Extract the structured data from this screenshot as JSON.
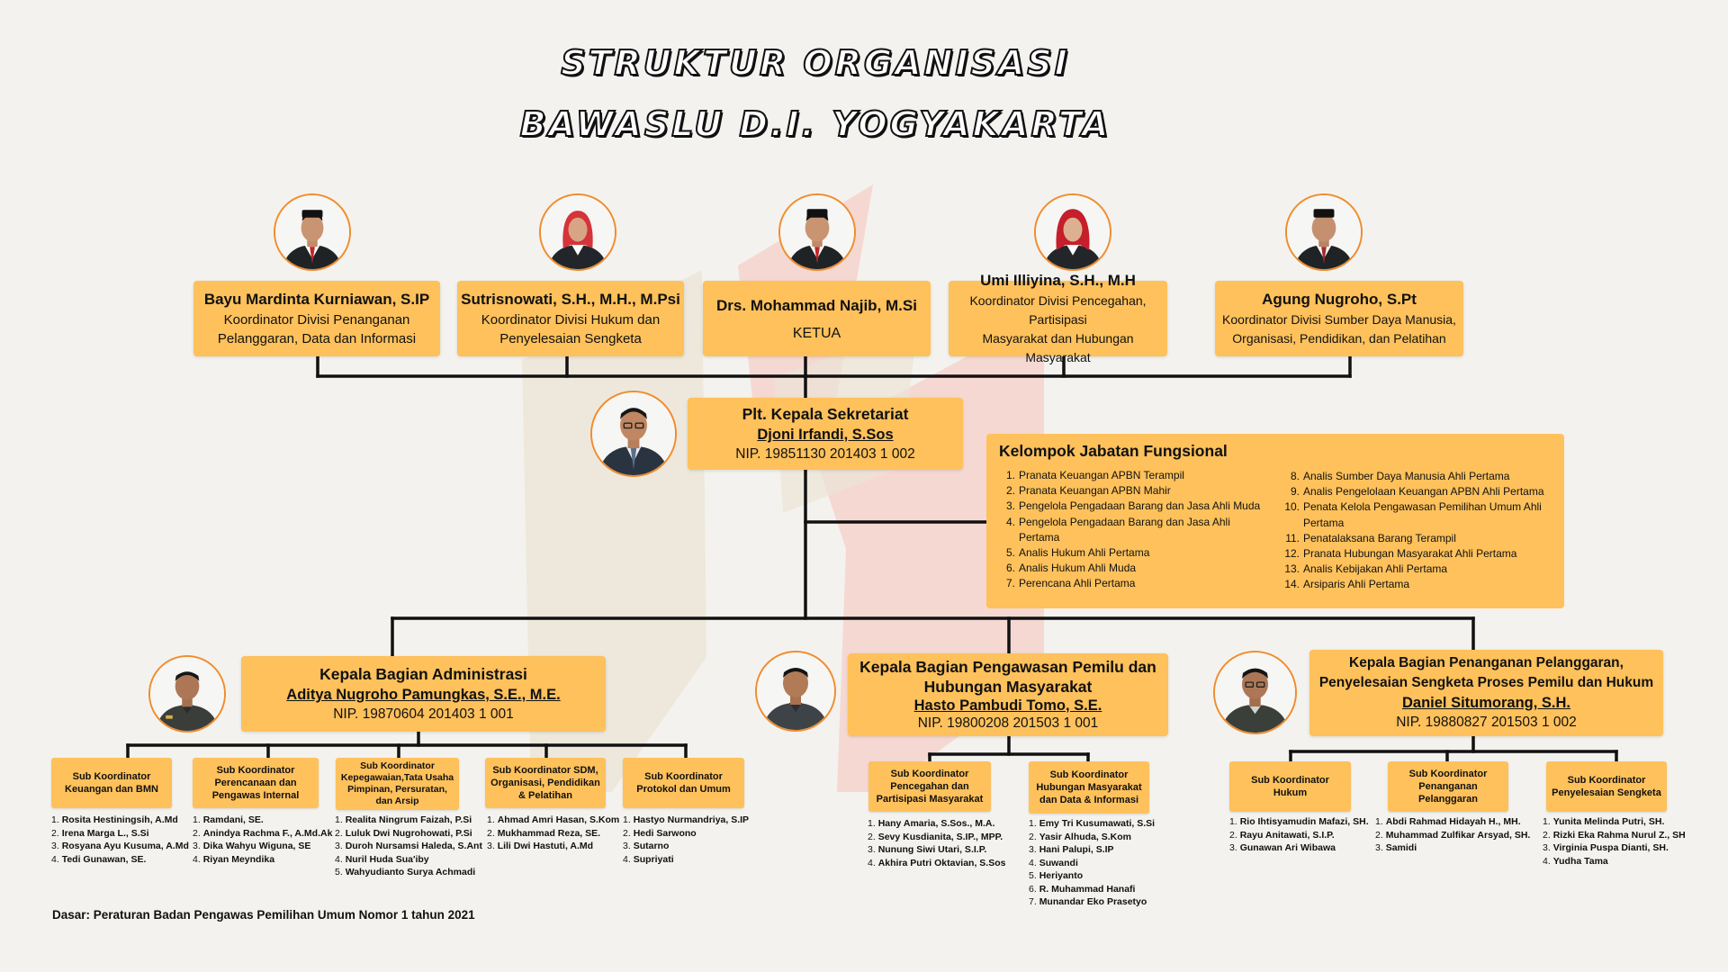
{
  "title": {
    "line1": "STRUKTUR ORGANISASI",
    "line2": "BAWASLU D.I. YOGYAKARTA"
  },
  "colors": {
    "box": "#fec15b",
    "photo_ring": "#f08c2c",
    "line": "#111111",
    "background": "#f4f2ee"
  },
  "leaders": [
    {
      "name": "Bayu Mardinta Kurniawan, S.IP",
      "role_line1": "Koordinator Divisi Penanganan",
      "role_line2": "Pelanggaran, Data dan Informasi"
    },
    {
      "name": "Sutrisnowati, S.H., M.H., M.Psi",
      "role_line1": "Koordinator Divisi Hukum dan",
      "role_line2": "Penyelesaian Sengketa"
    },
    {
      "name": "Drs. Mohammad Najib, M.Si",
      "role_line1": "KETUA",
      "role_line2": ""
    },
    {
      "name": "Umi Illiyina, S.H., M.H",
      "role_line1": "Koordinator Divisi Pencegahan, Partisipasi",
      "role_line2": "Masyarakat dan Hubungan Masyarakat"
    },
    {
      "name": "Agung Nugroho, S.Pt",
      "role_line1": "Koordinator Divisi Sumber Daya Manusia,",
      "role_line2": "Organisasi, Pendidikan, dan Pelatihan"
    }
  ],
  "secretariat": {
    "title": "Plt. Kepala Sekretariat",
    "name": "Djoni Irfandi, S.Sos",
    "nip": "NIP. 19851130 201403 1 002"
  },
  "fungsional": {
    "title": "Kelompok Jabatan Fungsional",
    "left": [
      {
        "n": "1.",
        "t": "Pranata Keuangan APBN Terampil"
      },
      {
        "n": "2.",
        "t": "Pranata Keuangan APBN Mahir"
      },
      {
        "n": "3.",
        "t": "Pengelola Pengadaan Barang dan Jasa Ahli Muda"
      },
      {
        "n": "4.",
        "t": "Pengelola Pengadaan Barang dan Jasa Ahli Pertama"
      },
      {
        "n": "5.",
        "t": "Analis Hukum Ahli Pertama"
      },
      {
        "n": "6.",
        "t": "Analis Hukum Ahli Muda"
      },
      {
        "n": "7.",
        "t": "Perencana Ahli Pertama"
      }
    ],
    "right": [
      {
        "n": "8.",
        "t": "Analis Sumber Daya Manusia Ahli Pertama"
      },
      {
        "n": "9.",
        "t": "Analis Pengelolaan Keuangan APBN Ahli Pertama"
      },
      {
        "n": "10.",
        "t": "Penata Kelola Pengawasan Pemilihan Umum Ahli Pertama"
      },
      {
        "n": "11.",
        "t": "Penatalaksana Barang Terampil"
      },
      {
        "n": "12.",
        "t": "Pranata Hubungan Masyarakat Ahli Pertama"
      },
      {
        "n": "13.",
        "t": "Analis Kebijakan Ahli Pertama"
      },
      {
        "n": "14.",
        "t": "Arsiparis Ahli Pertama"
      }
    ]
  },
  "heads": [
    {
      "title_line1": "Kepala Bagian Administrasi",
      "title_line2": "",
      "name": "Aditya Nugroho Pamungkas, S.E., M.E.",
      "nip": "NIP. 19870604 201403 1 001"
    },
    {
      "title_line1": "Kepala Bagian Pengawasan Pemilu dan",
      "title_line2": "Hubungan Masyarakat",
      "name": "Hasto Pambudi Tomo, S.E.",
      "nip": "NIP. 19800208 201503 1 001"
    },
    {
      "title_line1": "Kepala Bagian Penanganan Pelanggaran,",
      "title_line2": "Penyelesaian Sengketa Proses Pemilu dan Hukum",
      "name": "Daniel Situmorang, S.H.",
      "nip": "NIP. 19880827 201503 1 002"
    }
  ],
  "subs": [
    {
      "label": "Sub Koordinator Keuangan dan BMN",
      "members": [
        "Rosita Hestiningsih, A.Md",
        "Irena Marga L., S.Si",
        "Rosyana Ayu Kusuma, A.Md",
        "Tedi Gunawan, SE."
      ]
    },
    {
      "label": "Sub Koordinator Perencanaan dan Pengawas Internal",
      "members": [
        "Ramdani, SE.",
        "Anindya Rachma F., A.Md.Ak",
        "Dika Wahyu Wiguna, SE",
        "Riyan Meyndika"
      ]
    },
    {
      "label": "Sub Koordinator Kepegawaian,Tata Usaha Pimpinan, Persuratan, dan Arsip",
      "members": [
        "Realita Ningrum Faizah, P.Si",
        "Luluk Dwi Nugrohowati, P.Si",
        "Duroh Nursamsi Haleda, S.Ant",
        "Nuril Huda Sua'iby",
        "Wahyudianto Surya Achmadi"
      ]
    },
    {
      "label": "Sub Koordinator SDM, Organisasi, Pendidikan & Pelatihan",
      "members": [
        "Ahmad Amri Hasan, S.Kom",
        "Mukhammad Reza, SE.",
        "Lili Dwi Hastuti, A.Md"
      ]
    },
    {
      "label": "Sub Koordinator Protokol dan Umum",
      "members": [
        "Hastyo Nurmandriya, S.IP",
        "Hedi Sarwono",
        "Sutarno",
        "Supriyati"
      ]
    },
    {
      "label": "Sub Koordinator Pencegahan dan Partisipasi Masyarakat",
      "members": [
        "Hany Amaria, S.Sos., M.A.",
        "Sevy Kusdianita, S.IP., MPP.",
        "Nunung Siwi Utari, S.I.P.",
        "Akhira Putri Oktavian, S.Sos"
      ]
    },
    {
      "label": "Sub Koordinator Hubungan Masyarakat dan Data & Informasi",
      "members": [
        "Emy Tri Kusumawati, S.Si",
        "Yasir Alhuda, S.Kom",
        "Hani Palupi, S.IP",
        "Suwandi",
        "Heriyanto",
        "R. Muhammad Hanafi",
        "Munandar Eko Prasetyo"
      ]
    },
    {
      "label": "Sub Koordinator Hukum",
      "members": [
        "Rio Ihtisyamudin Mafazi, SH.",
        "Rayu Anitawati, S.I.P.",
        "Gunawan Ari Wibawa"
      ]
    },
    {
      "label": "Sub Koordinator Penanganan Pelanggaran",
      "members": [
        "Abdi Rahmad Hidayah H., MH.",
        "Muhammad Zulfikar Arsyad, SH.",
        "Samidi"
      ]
    },
    {
      "label": "Sub Koordinator Penyelesaian Sengketa",
      "members": [
        "Yunita Melinda Putri, SH.",
        "Rizki Eka Rahma Nurul Z., SH",
        "Virginia Puspa Dianti, SH.",
        "Yudha Tama"
      ]
    }
  ],
  "footer": "Dasar: Peraturan Badan Pengawas Pemilihan Umum Nomor 1 tahun 2021"
}
